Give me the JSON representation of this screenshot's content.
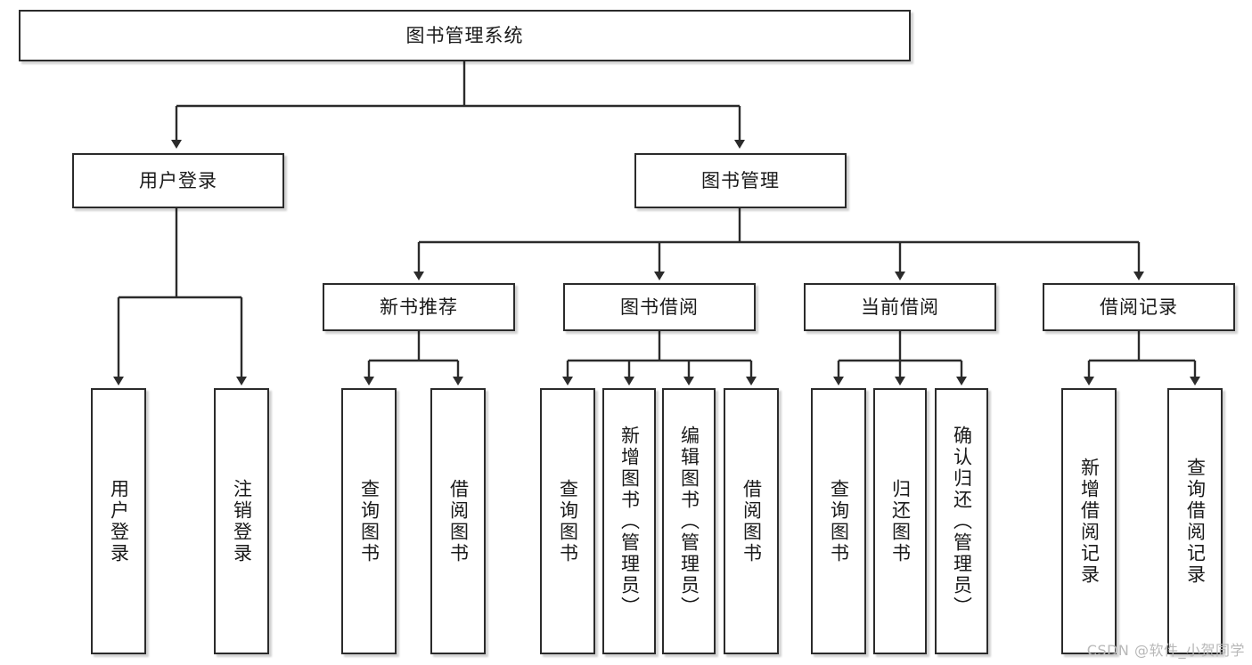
{
  "diagram": {
    "type": "tree-hierarchy-chart",
    "title": "图书管理系统",
    "watermark": "CSDN @软件_小贺同学",
    "colors": {
      "box_border": "#2b2b2b",
      "box_fill": "#ffffff",
      "connector": "#2b2b2b",
      "text": "#1a1a1a",
      "watermark": "#b8b8b8"
    },
    "root": {
      "label": "图书管理系统"
    },
    "level1": [
      {
        "label": "用户登录"
      },
      {
        "label": "图书管理"
      }
    ],
    "level2": [
      {
        "label": "新书推荐"
      },
      {
        "label": "图书借阅"
      },
      {
        "label": "当前借阅"
      },
      {
        "label": "借阅记录"
      }
    ],
    "leaves": {
      "user_login": [
        {
          "label": "用户登录"
        },
        {
          "label": "注销登录"
        }
      ],
      "new_book_recommend": [
        {
          "label": "查询图书"
        },
        {
          "label": "借阅图书"
        }
      ],
      "book_borrow": [
        {
          "label": "查询图书"
        },
        {
          "label": "新增图书（管理员）"
        },
        {
          "label": "编辑图书（管理员）"
        },
        {
          "label": "借阅图书"
        }
      ],
      "current_borrow": [
        {
          "label": "查询图书"
        },
        {
          "label": "归还图书"
        },
        {
          "label": "确认归还（管理员）"
        }
      ],
      "borrow_record": [
        {
          "label": "新增借阅记录"
        },
        {
          "label": "查询借阅记录"
        }
      ]
    }
  }
}
